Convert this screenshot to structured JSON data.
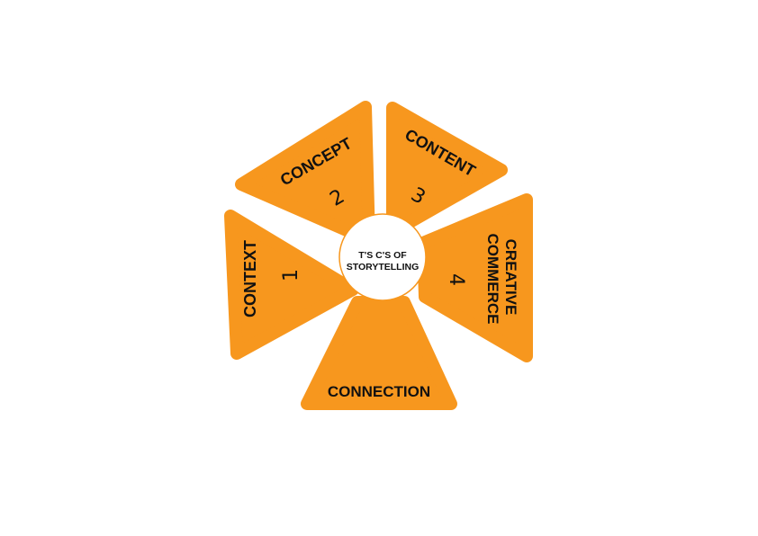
{
  "center": {
    "line1": "T'S C'S OF",
    "line2": "STORYTELLING"
  },
  "segments": [
    {
      "label": "CONTEXT",
      "number": "1"
    },
    {
      "label": "CONCEPT",
      "number": "2"
    },
    {
      "label": "CONTENT",
      "number": "3"
    },
    {
      "label_line1": "CREATIVE",
      "label_line2": "COMMERCE",
      "number": "4"
    },
    {
      "label": "CONNECTION"
    }
  ],
  "colors": {
    "segment": "#F7971E",
    "text": "#111111",
    "hub": "#FFFFFF"
  }
}
